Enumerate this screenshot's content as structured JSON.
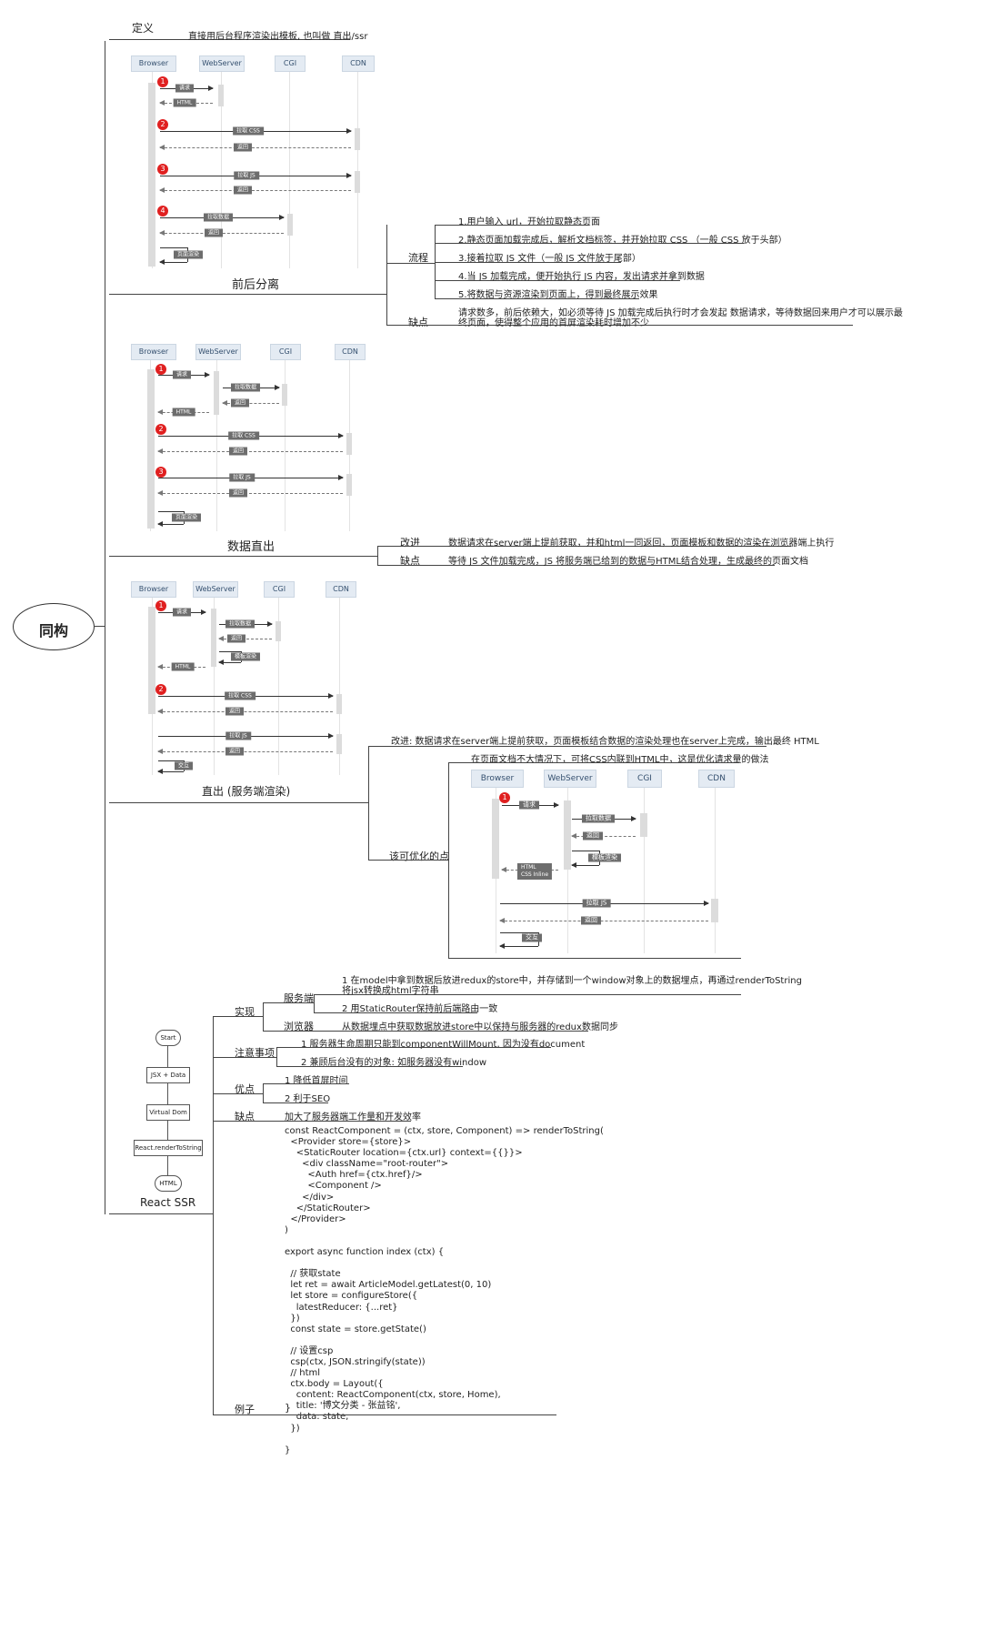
{
  "root": {
    "label": "同构"
  },
  "definition": {
    "title": "定义",
    "text": "直接用后台程序渲染出模板, 也叫做 直出/ssr"
  },
  "section1": {
    "caption": "前后分离",
    "headers": [
      "Browser",
      "WebServer",
      "CGI",
      "CDN"
    ],
    "labels": {
      "req": "请求",
      "html": "HTML",
      "css": "拉取 CSS",
      "ret": "返回",
      "js": "拉取 JS",
      "data": "拉取数据",
      "render": "页面渲染"
    },
    "steps": [
      "1",
      "2",
      "3",
      "4"
    ],
    "flow_label": "流程",
    "flow": [
      "1.用户输入 url，开始拉取静态页面",
      "2.静态页面加载完成后，解析文档标签，并开始拉取 CSS （一般 CSS 放于头部）",
      "3.接着拉取 JS 文件（一般 JS 文件放于尾部）",
      "4.当 JS 加载完成，便开始执行 JS 内容，发出请求并拿到数据",
      "5.将数据与资源渲染到页面上，得到最终展示效果"
    ],
    "cons_label": "缺点",
    "cons": [
      "请求数多，前后依赖大，如必须等待 JS 加载完成后执行时才会发起 数据请求，等待数据回来用户才可以展示最",
      "终页面，使得整个应用的首屏渲染耗时增加不少"
    ]
  },
  "section2": {
    "caption": "数据直出",
    "headers": [
      "Browser",
      "WebServer",
      "CGI",
      "CDN"
    ],
    "labels": {
      "req": "请求",
      "data": "拉取数据",
      "ret": "返回",
      "html": "HTML",
      "css": "拉取 CSS",
      "js": "拉取 JS",
      "render": "页面渲染"
    },
    "steps": [
      "1",
      "2",
      "3"
    ],
    "improve_label": "改进",
    "improve": "数据请求在server端上提前获取，并和html一同返回，页面模板和数据的渲染在浏览器端上执行",
    "cons_label": "缺点",
    "cons": "等待 JS 文件加载完成，JS 将服务端已给到的数据与HTML结合处理，生成最终的页面文档"
  },
  "section3": {
    "caption": "直出 (服务端渲染)",
    "headers": [
      "Browser",
      "WebServer",
      "CGI",
      "CDN"
    ],
    "labels": {
      "req": "请求",
      "data": "拉取数据",
      "ret": "返回",
      "tpl": "模板渲染",
      "html": "HTML",
      "css": "拉取 CSS",
      "js": "拉取 JS",
      "interact": "交互",
      "html_inline": "HTML\nCSS Inline"
    },
    "steps": [
      "1",
      "2"
    ],
    "improve": "改进: 数据请求在server端上提前获取，页面模板结合数据的渲染处理也在server上完成，输出最终 HTML",
    "optimize_label": "该可优化的点",
    "optimize_text": "在页面文档不大情况下，可将CSS内联到HTML中，这是优化请求量的做法"
  },
  "section4": {
    "caption": "React SSR",
    "flow_nodes": [
      "Start",
      "JSX + Data",
      "Virtual Dom",
      "React.renderToString",
      "HTML"
    ],
    "impl_label": "实现",
    "server_label": "服务端",
    "server_items": [
      "1 在model中拿到数据后放进redux的store中，并存储到一个window对象上的数据埋点，再通过renderToString",
      "将jsx转换成html字符串",
      "2 用StaticRouter保持前后端路由一致"
    ],
    "browser_label": "浏览器",
    "browser_item": "从数据埋点中获取数据放进store中以保持与服务器的redux数据同步",
    "notes_label": "注意事项",
    "notes": [
      "1 服务器生命周期只能到componentWillMount, 因为没有document",
      "2 兼顾后台没有的对象: 如服务器没有window"
    ],
    "pros_label": "优点",
    "pros": [
      "1 降低首屏时间",
      "2 利于SEO"
    ],
    "cons_label": "缺点",
    "cons": "加大了服务器端工作量和开发效率",
    "example_label": "例子",
    "code": "const ReactComponent = (ctx, store, Component) => renderToString(\n  <Provider store={store}>\n    <StaticRouter location={ctx.url} context={{}}>\n      <div className=\"root-router\">\n        <Auth href={ctx.href}/>\n        <Component />\n      </div>\n    </StaticRouter>\n  </Provider>\n)\n\nexport async function index (ctx) {\n\n  // 获取state\n  let ret = await ArticleModel.getLatest(0, 10)\n  let store = configureStore({\n    latestReducer: {...ret}\n  })\n  const state = store.getState()\n\n  // 设置csp\n  csp(ctx, JSON.stringify(state))\n  // html\n  ctx.body = Layout({\n    content: ReactComponent(ctx, store, Home),\n    title: '博文分类 - 张益铭',\n    data: state,\n  })\n\n}"
  }
}
